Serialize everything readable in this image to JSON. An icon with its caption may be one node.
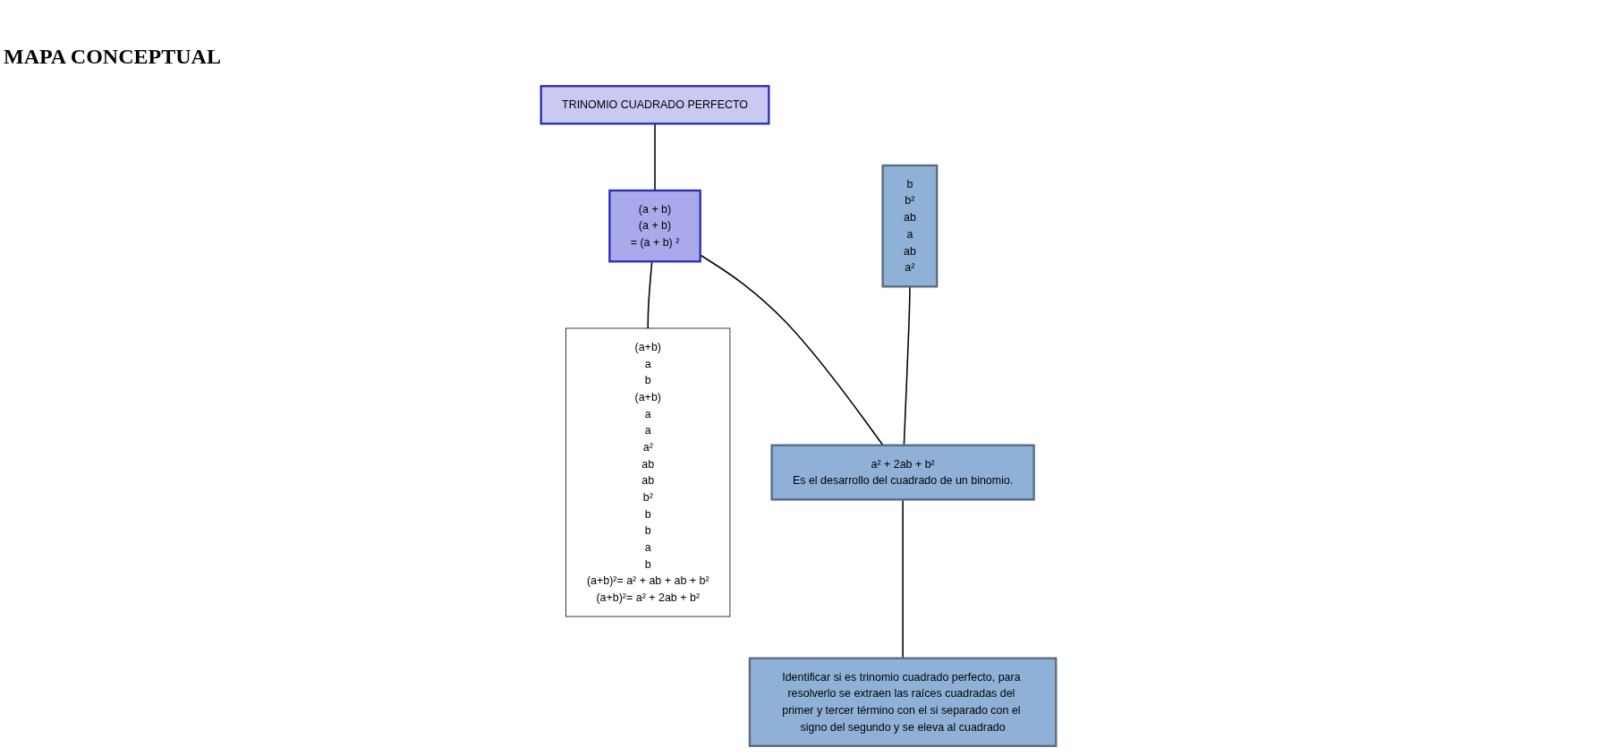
{
  "diagram": {
    "title": "MAPA CONCEPTUAL",
    "nodes": [
      {
        "text": [
          "TRINOMIO CUADRADO PERFECTO"
        ]
      },
      {
        "text": [
          "(a + b)",
          "(a + b)",
          "= (a + b) ²"
        ]
      },
      {
        "text": [
          "(a+b)",
          "a",
          "b",
          "(a+b)",
          "a",
          "a",
          "a²",
          "ab",
          "ab",
          "b²",
          "b",
          "b",
          "a",
          "b",
          "(a+b)²= a² + ab + ab + b²",
          "(a+b)²= a² + 2ab + b²"
        ]
      },
      {
        "text": [
          "b",
          "b²",
          "ab",
          "a",
          "ab",
          "a²"
        ]
      },
      {
        "text": [
          "a² + 2ab + b²",
          "Es el desarrollo del cuadrado de un binomio."
        ]
      },
      {
        "text": [
          "Identificar si es trinomio cuadrado perfecto, para resolverlo se extraen las raíces cuadradas del primer y tercer término con el si separado con el signo del segundo y se eleva al cuadrado"
        ]
      }
    ],
    "edges": [
      {
        "from": 0,
        "to": 1,
        "arrow": "none"
      },
      {
        "from": 1,
        "to": 2,
        "arrow": "none"
      },
      {
        "from": 1,
        "to": 4,
        "arrow": "none"
      },
      {
        "from": 3,
        "to": 4,
        "arrow": "none"
      },
      {
        "from": 4,
        "to": 5,
        "arrow": "none"
      }
    ]
  }
}
